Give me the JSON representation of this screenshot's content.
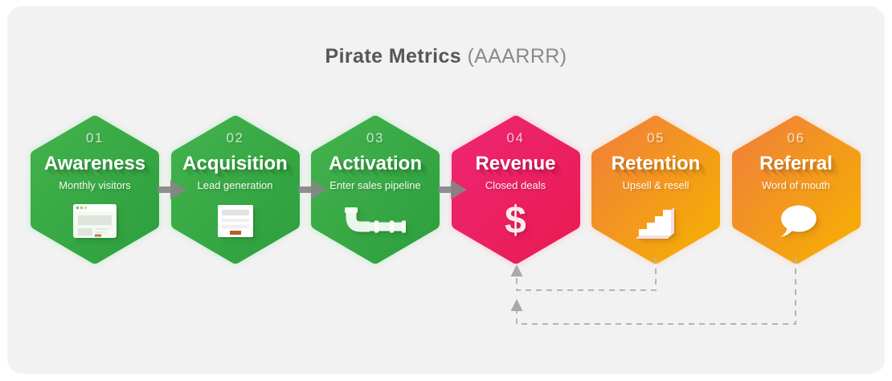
{
  "title": {
    "main": "Pirate Metrics",
    "suffix": "(AAARRR)"
  },
  "stages": [
    {
      "number": "01",
      "name": "Awareness",
      "subtitle": "Monthly visitors",
      "icon": "browser-window-icon",
      "gradient_from": "#43b24d",
      "gradient_to": "#2d9f3d",
      "glow": "rgba(185,236,197,0.9)"
    },
    {
      "number": "02",
      "name": "Acquisition",
      "subtitle": "Lead generation",
      "icon": "form-icon",
      "gradient_from": "#43b24d",
      "gradient_to": "#2d9f3d",
      "glow": "rgba(185,236,197,0.9)"
    },
    {
      "number": "03",
      "name": "Activation",
      "subtitle": "Enter sales pipeline",
      "icon": "pipeline-icon",
      "gradient_from": "#43b24d",
      "gradient_to": "#2d9f3d",
      "glow": "rgba(185,236,197,0.9)"
    },
    {
      "number": "04",
      "name": "Revenue",
      "subtitle": "Closed deals",
      "icon": "dollar-icon",
      "gradient_from": "#ee2672",
      "gradient_to": "#e91b53",
      "glow": "rgba(249,186,212,0.9)"
    },
    {
      "number": "05",
      "name": "Retention",
      "subtitle": "Upsell & resell",
      "icon": "stairs-icon",
      "gradient_from": "#f0803a",
      "gradient_to": "#f6b001",
      "glow": "rgba(250,212,182,0.9)"
    },
    {
      "number": "06",
      "name": "Referral",
      "subtitle": "Word of mouth",
      "icon": "speech-bubble-icon",
      "gradient_from": "#f0803a",
      "gradient_to": "#f6b001",
      "glow": "rgba(250,212,182,0.9)"
    }
  ],
  "connectors": {
    "forward_arrow_color": "#858585",
    "forward_arrows": [
      {
        "from": "Awareness",
        "to": "Acquisition"
      },
      {
        "from": "Acquisition",
        "to": "Activation"
      },
      {
        "from": "Activation",
        "to": "Revenue"
      }
    ],
    "feedback": {
      "style": "dashed",
      "color": "#b5b5b5",
      "arrowhead_color": "#a9a9a9",
      "paths": [
        {
          "from": "Retention",
          "to": "Revenue"
        },
        {
          "from": "Referral",
          "to": "Revenue"
        }
      ]
    }
  },
  "background": {
    "canvas": "#ffffff",
    "panel": "#f2f2f2"
  }
}
